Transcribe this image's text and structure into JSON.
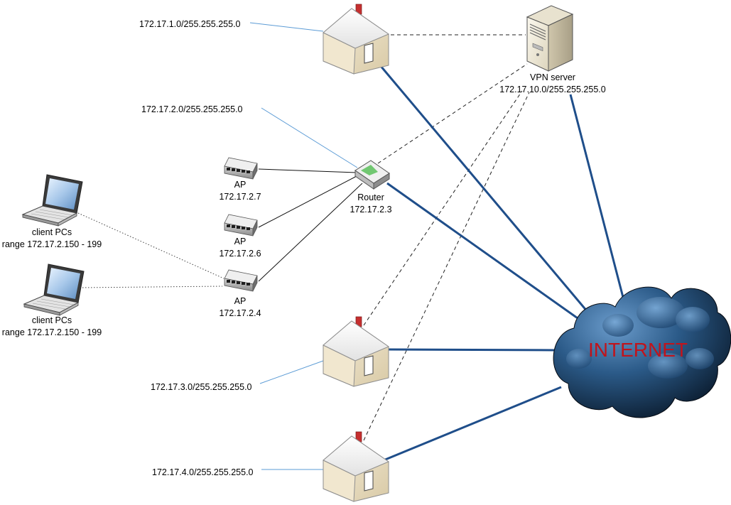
{
  "nodes": {
    "net1": {
      "subnet": "172.17.1.0/255.255.255.0"
    },
    "net2": {
      "subnet": "172.17.2.0/255.255.255.0"
    },
    "net3": {
      "subnet": "172.17.3.0/255.255.255.0"
    },
    "net4": {
      "subnet": "172.17.4.0/255.255.255.0"
    },
    "vpn": {
      "name": "VPN server",
      "subnet": "172.17.10.0/255.255.255.0"
    },
    "router": {
      "name": "Router",
      "ip": "172.17.2.3"
    },
    "ap1": {
      "name": "AP",
      "ip": "172.17.2.7"
    },
    "ap2": {
      "name": "AP",
      "ip": "172.17.2.6"
    },
    "ap3": {
      "name": "AP",
      "ip": "172.17.2.4"
    },
    "pc1": {
      "name": "client PCs",
      "range": "range 172.17.2.150 - 199"
    },
    "pc2": {
      "name": "client PCs",
      "range": "range 172.17.2.150 - 199"
    },
    "internet": {
      "name": "INTERNET"
    }
  },
  "colors": {
    "wan_link": "#1f4e8a",
    "label_leader": "#5b9bd5",
    "internet_text": "#c0141c",
    "cloud_dark": "#0a1a2e",
    "cloud_light": "#5a8cc0"
  }
}
